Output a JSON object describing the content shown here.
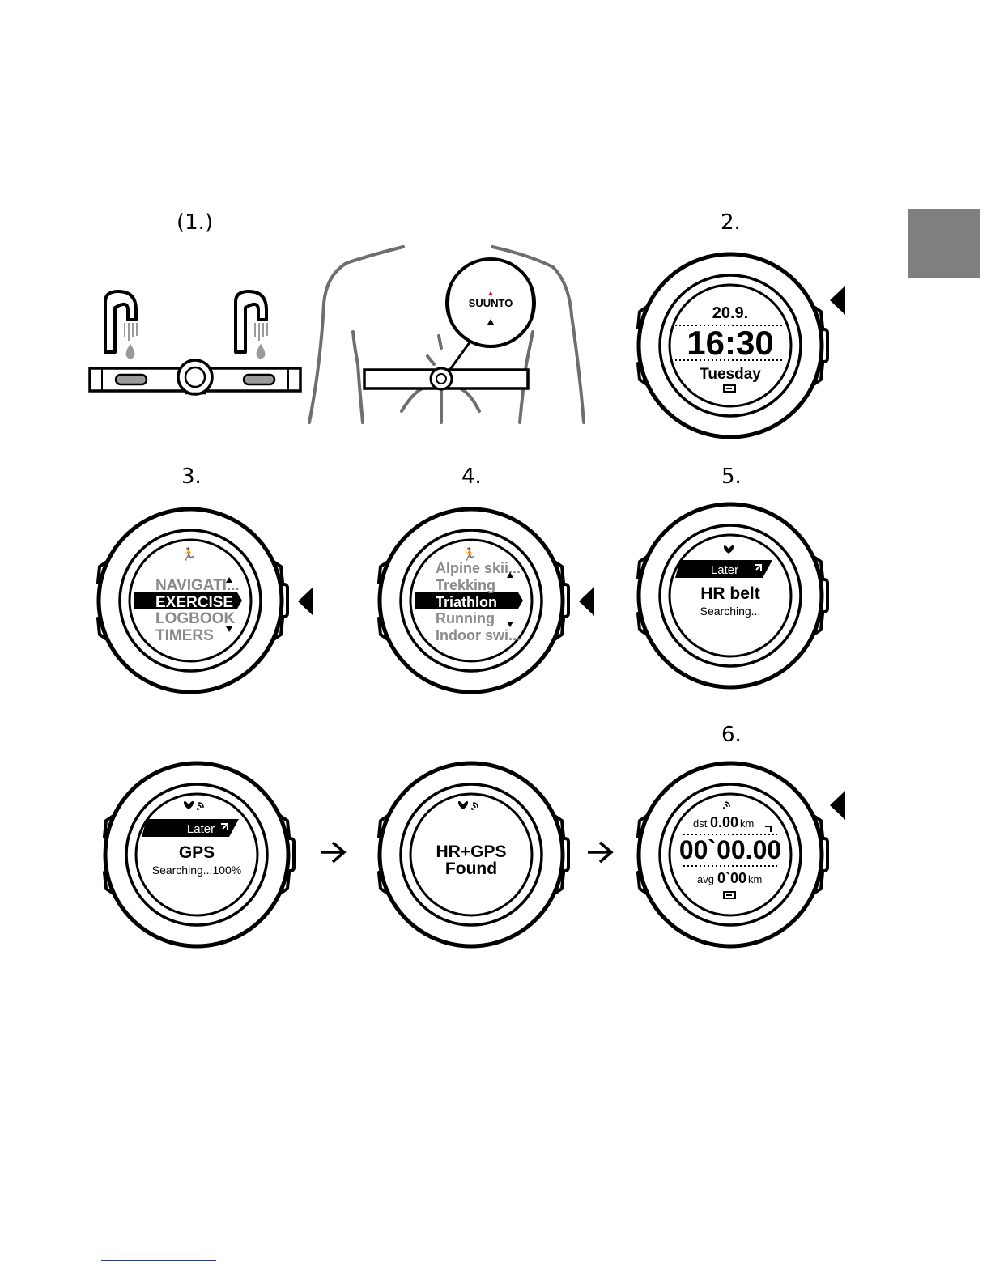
{
  "labels": {
    "step1": "(1.)",
    "step2": "2.",
    "step3": "3.",
    "step4": "4.",
    "step5": "5.",
    "step6": "6."
  },
  "chest_pod": {
    "brand": "SUUNTO"
  },
  "watch_time": {
    "date": "20.9.",
    "time": "16:30",
    "day": "Tuesday"
  },
  "watch_menu": {
    "items": [
      "NAVIGATI...",
      "EXERCISE",
      "LOGBOOK",
      "TIMERS"
    ],
    "selected": "EXERCISE"
  },
  "watch_sports": {
    "items": [
      "Alpine skii...",
      "Trekking",
      "Triathlon",
      "Running",
      "Indoor swi..."
    ],
    "selected": "Triathlon"
  },
  "watch_hr": {
    "later": "Later",
    "title": "HR belt",
    "status": "Searching..."
  },
  "watch_gps": {
    "later": "Later",
    "title": "GPS",
    "status": "Searching...100%"
  },
  "watch_found": {
    "line1": "HR+GPS",
    "line2": "Found"
  },
  "watch_exercise": {
    "dst_label": "dst",
    "dst_value": "0.00",
    "dst_unit": "km",
    "timer": "00`00.00",
    "avg_label": "avg",
    "avg_value": "0`00",
    "avg_unit": "km"
  },
  "colors": {
    "side_tab": "#7f7f7f",
    "text_grey": "#8a8a8a",
    "ink": "#000000",
    "water": "#9a9a9a"
  }
}
